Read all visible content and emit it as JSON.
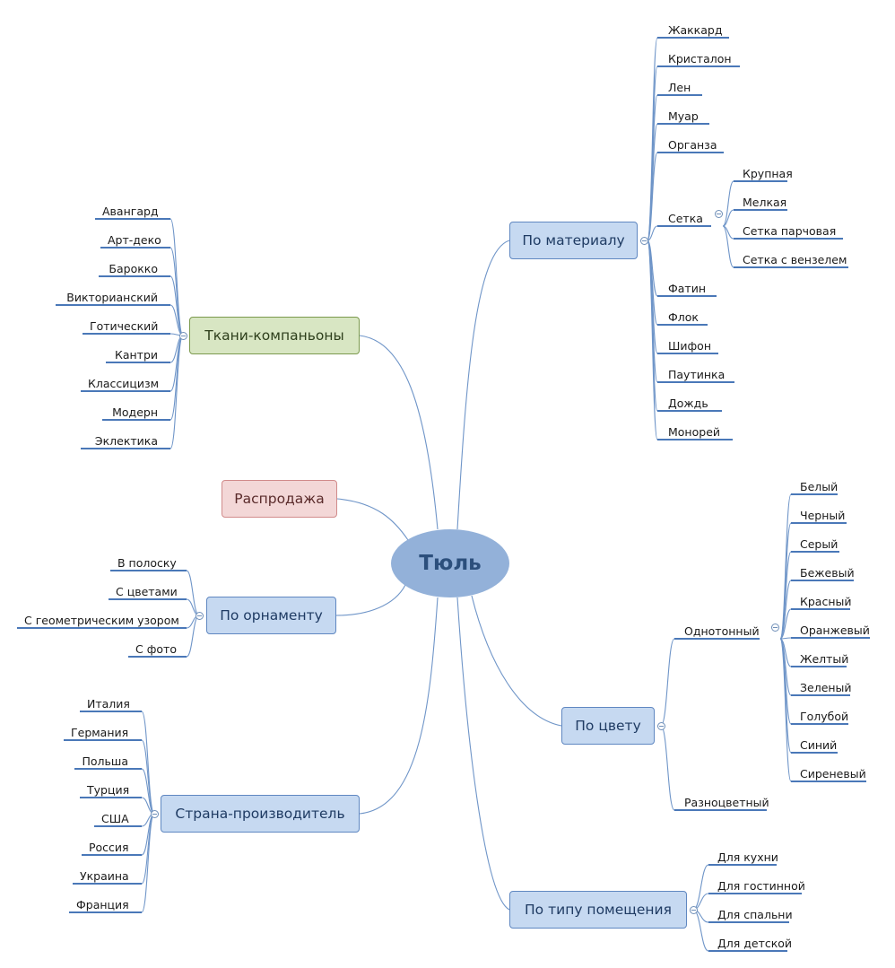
{
  "center": "Тюль",
  "branches": {
    "material": "По материалу",
    "fabrics": "Ткани-компаньоны",
    "sale": "Распродажа",
    "ornament": "По орнаменту",
    "color": "По цвету",
    "country": "Страна-производитель",
    "room": "По типу помещения"
  },
  "material": [
    "Жаккард",
    "Кристалон",
    "Лен",
    "Муар",
    "Органза",
    "Сетка",
    "Фатин",
    "Флок",
    "Шифон",
    "Паутинка",
    "Дождь",
    "Монорей"
  ],
  "mesh": [
    "Крупная",
    "Мелкая",
    "Сетка парчовая",
    "Сетка с вензелем"
  ],
  "fabrics": [
    "Авангард",
    "Арт-деко",
    "Барокко",
    "Викторианский",
    "Готический",
    "Кантри",
    "Классицизм",
    "Модерн",
    "Эклектика"
  ],
  "ornament": [
    "В полоску",
    "С цветами",
    "С геометрическим узором",
    "С фото"
  ],
  "color": [
    "Однотонный",
    "Разноцветный"
  ],
  "solid": [
    "Белый",
    "Черный",
    "Серый",
    "Бежевый",
    "Красный",
    "Оранжевый",
    "Желтый",
    "Зеленый",
    "Голубой",
    "Синий",
    "Сиреневый"
  ],
  "country": [
    "Италия",
    "Германия",
    "Польша",
    "Турция",
    "США",
    "Россия",
    "Украина",
    "Франция"
  ],
  "room": [
    "Для кухни",
    "Для гостинной",
    "Для спальни",
    "Для детской"
  ]
}
